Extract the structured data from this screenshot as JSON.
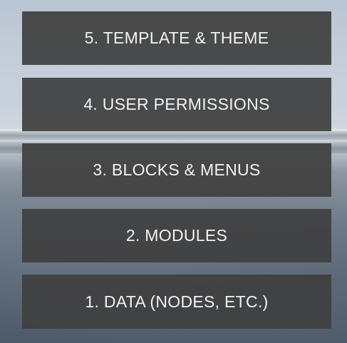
{
  "layers": [
    {
      "label": "5. TEMPLATE & THEME"
    },
    {
      "label": "4. USER PERMISSIONS"
    },
    {
      "label": "3. BLOCKS & MENUS"
    },
    {
      "label": "2. MODULES"
    },
    {
      "label": "1. DATA (NODES, ETC.)"
    }
  ],
  "colors": {
    "box_background": "#3f3f3f",
    "box_text": "#f2f2f2",
    "sky": "#c2ccd8",
    "sea": "#8e98a4",
    "sand": "#556170"
  }
}
